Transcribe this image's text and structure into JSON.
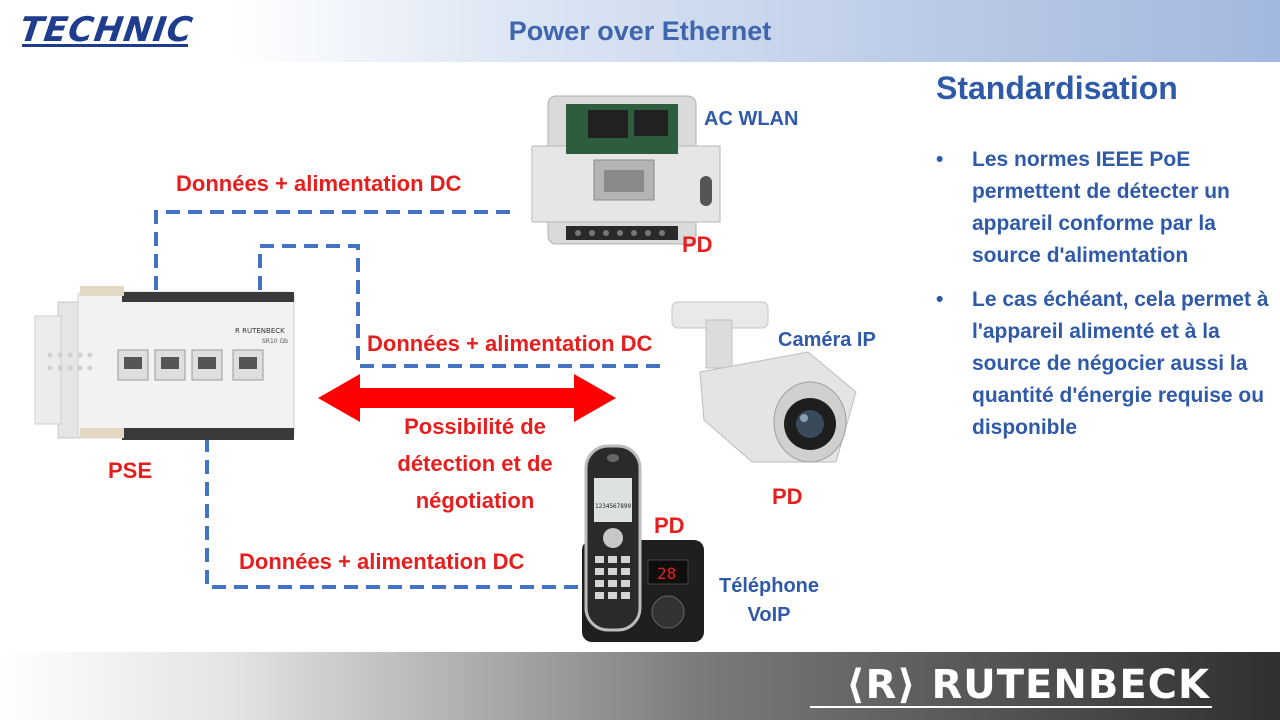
{
  "header": {
    "logo": "TECHNIC",
    "title": "Power over Ethernet"
  },
  "diagram": {
    "pse_label": "PSE",
    "pd_label": "PD",
    "ap_label": "AC WLAN",
    "camera_label": "Caméra IP",
    "phone_label_line1": "Téléphone",
    "phone_label_line2": "VoIP",
    "link_label": "Données + alimentation DC",
    "arrow_line1": "Possibilité de",
    "arrow_line2": "détection et de",
    "arrow_line3": "négotiation",
    "phone_screen_number": "1234567890",
    "phone_base_display": "28",
    "switch_brand": "R RUTENBECK",
    "switch_model": "SR10 Gb"
  },
  "sidebar": {
    "title": "Standardisation",
    "bullet_char": "•",
    "bullets": [
      "Les normes IEEE PoE permettent de détecter un appareil conforme par la source d'alimentation",
      "Le cas échéant, cela permet à l'appareil alimenté et à la source de négocier aussi la quantité d'énergie requise ou disponible"
    ]
  },
  "footer": {
    "brand": "⟨R⟩ RUTENBECK"
  },
  "colors": {
    "accent_red": "#e61e1e",
    "accent_blue": "#2e5aa8",
    "dash_blue": "#4472c4"
  }
}
